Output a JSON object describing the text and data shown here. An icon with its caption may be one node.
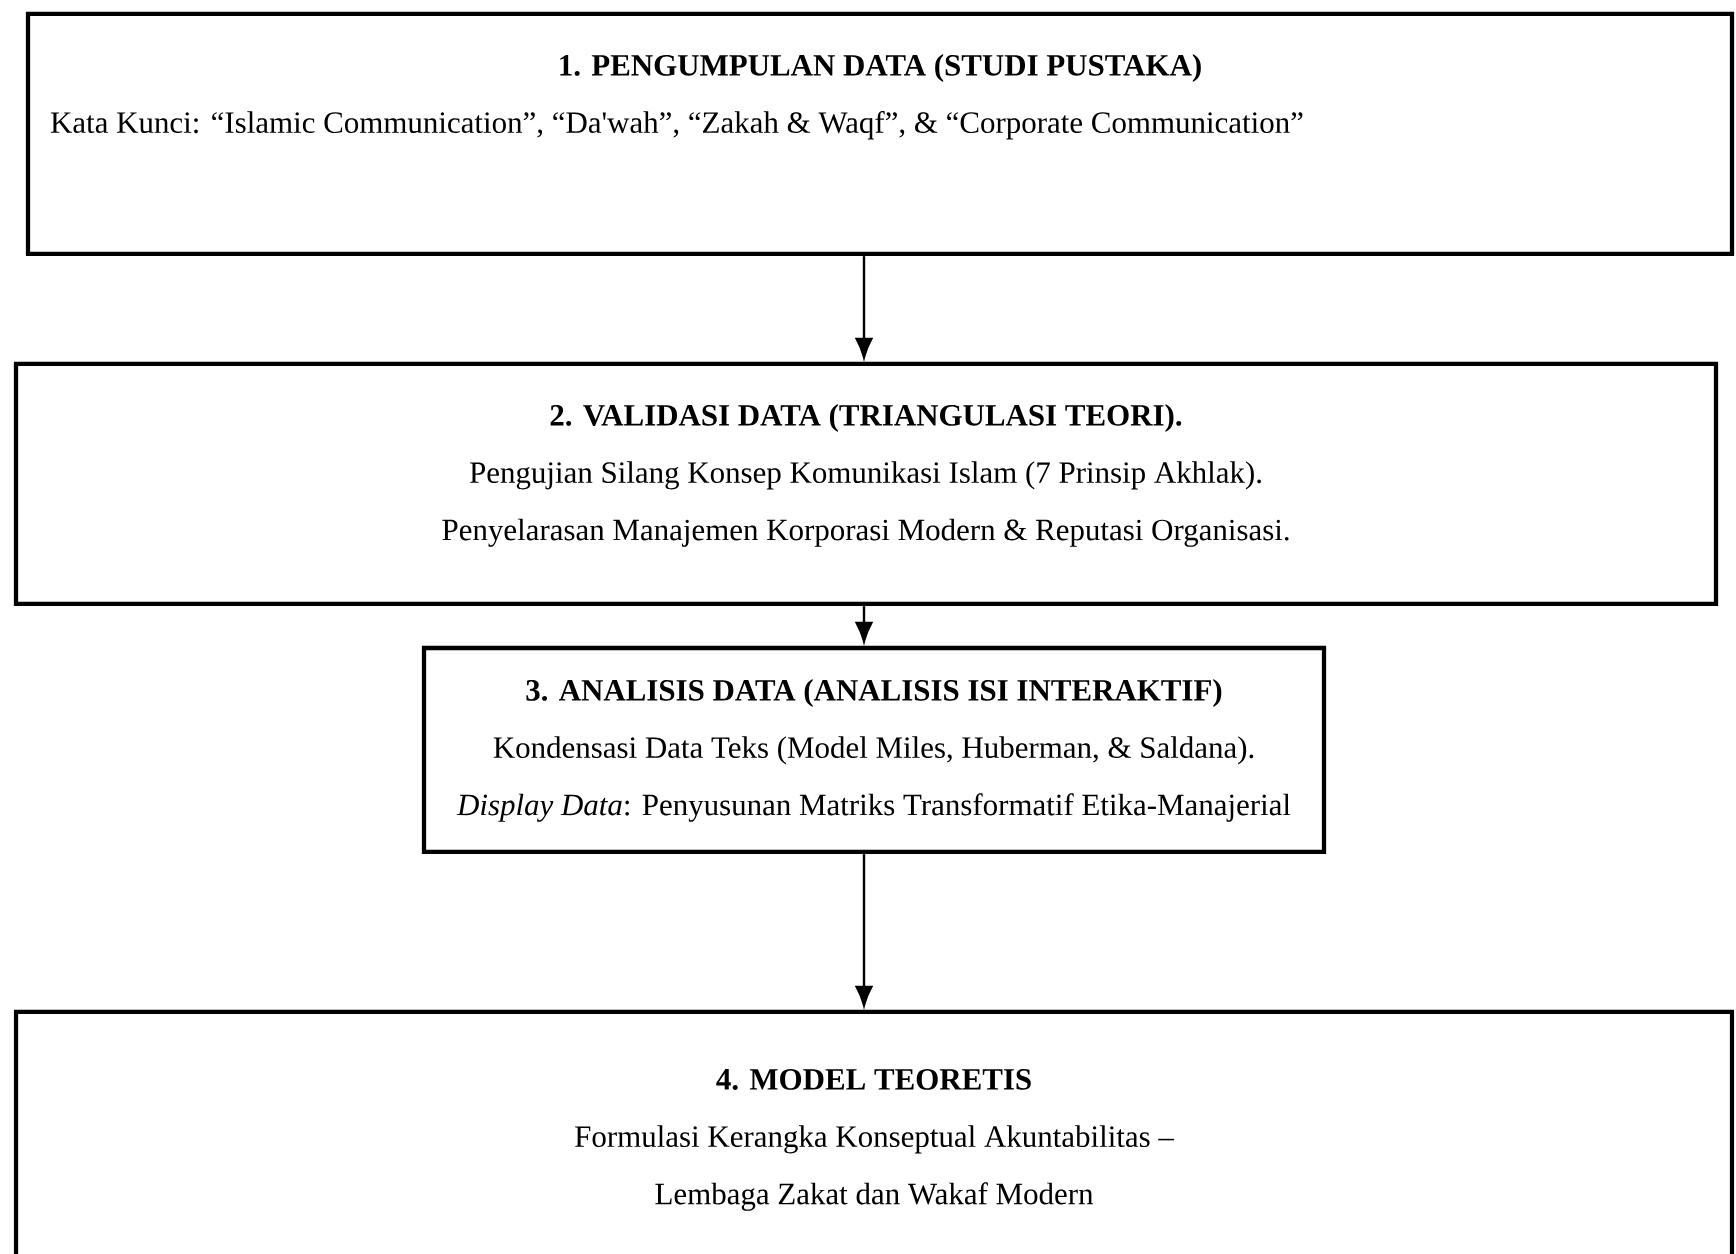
{
  "diagram": {
    "nodes": [
      {
        "text": [
          "1. PENGUMPULAN DATA (STUDI PUSTAKA)",
          "Kata Kunci: “Islamic Communication”, “Da'wah”, “Zakah & Waqf”, & “Corporate Communication”"
        ]
      },
      {
        "text": [
          "2. VALIDASI DATA (TRIANGULASI TEORI).",
          "Pengujian Silang Konsep Komunikasi Islam (7 Prinsip Akhlak).",
          "Penyelarasan Manajemen Korporasi Modern & Reputasi Organisasi."
        ]
      },
      {
        "text": [
          "3. ANALISIS DATA (ANALISIS ISI INTERAKTIF)",
          "Kondensasi Data Teks (Model Miles, Huberman, & Saldana).",
          "*Display Data*: Penyusunan Matriks Transformatif Etika-Manajerial"
        ]
      },
      {
        "text": [
          "4. MODEL TEORETIS",
          "Formulasi Kerangka Konseptual Akuntabilitas – Lembaga Zakat dan Wakaf Modern"
        ]
      }
    ],
    "edges": [
      {
        "from": 0,
        "to": 1,
        "arrow": "to"
      },
      {
        "from": 1,
        "to": 2,
        "arrow": "to"
      },
      {
        "from": 2,
        "to": 3,
        "arrow": "to"
      }
    ]
  }
}
